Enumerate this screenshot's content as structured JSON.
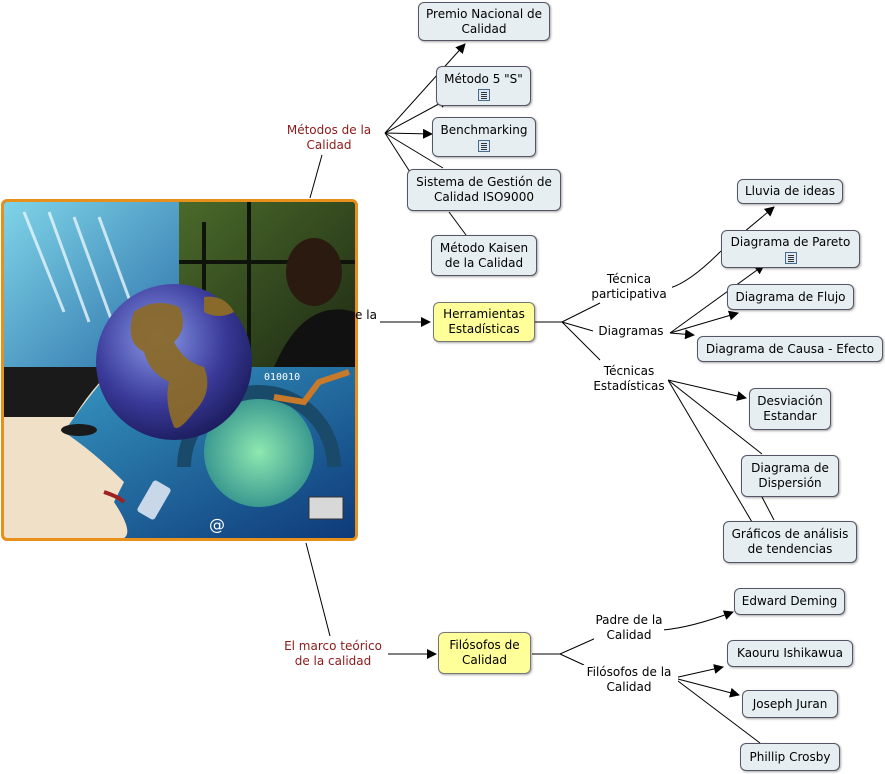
{
  "nodes": {
    "premio": "Premio Nacional de Calidad",
    "metodo5s": "Método 5 \"S\"",
    "benchmarking": "Benchmarking",
    "sistema": "Sistema de Gestión de Calidad ISO9000",
    "kaisen": "Método Kaisen de la Calidad",
    "herramientas": "Herramientas Estadísticas",
    "lluvia": "Lluvia de ideas",
    "pareto": "Diagrama de Pareto",
    "flujo": "Diagrama de Flujo",
    "causa": "Diagrama de Causa - Efecto",
    "desviacion": "Desviación Estandar",
    "dispersion": "Diagrama de Dispersión",
    "graficos": "Gráficos de análisis de tendencias",
    "filosofos": "Filósofos de Calidad",
    "deming": "Edward Deming",
    "ishikawa": "Kaouru Ishikawua",
    "juran": "Joseph Juran",
    "crosby": "Phillip Crosby"
  },
  "labels": {
    "metodos": "Métodos de la Calidad",
    "partial": "e la",
    "tecnica_participativa": "Técnica participativa",
    "diagramas": "Diagramas",
    "tecnicas_estadisticas": "Técnicas Estadísticas",
    "marco": "El marco teórico de la calidad",
    "padre": "Padre de la Calidad",
    "filosofos_de_la": "Filósofos de la Calidad"
  },
  "image": {
    "overlay_text": "010010"
  },
  "colors": {
    "node_fill": "#e6eef2",
    "concept_fill": "#ffff99",
    "linking_text": "#8b1a1a",
    "image_border": "#e8901c"
  }
}
